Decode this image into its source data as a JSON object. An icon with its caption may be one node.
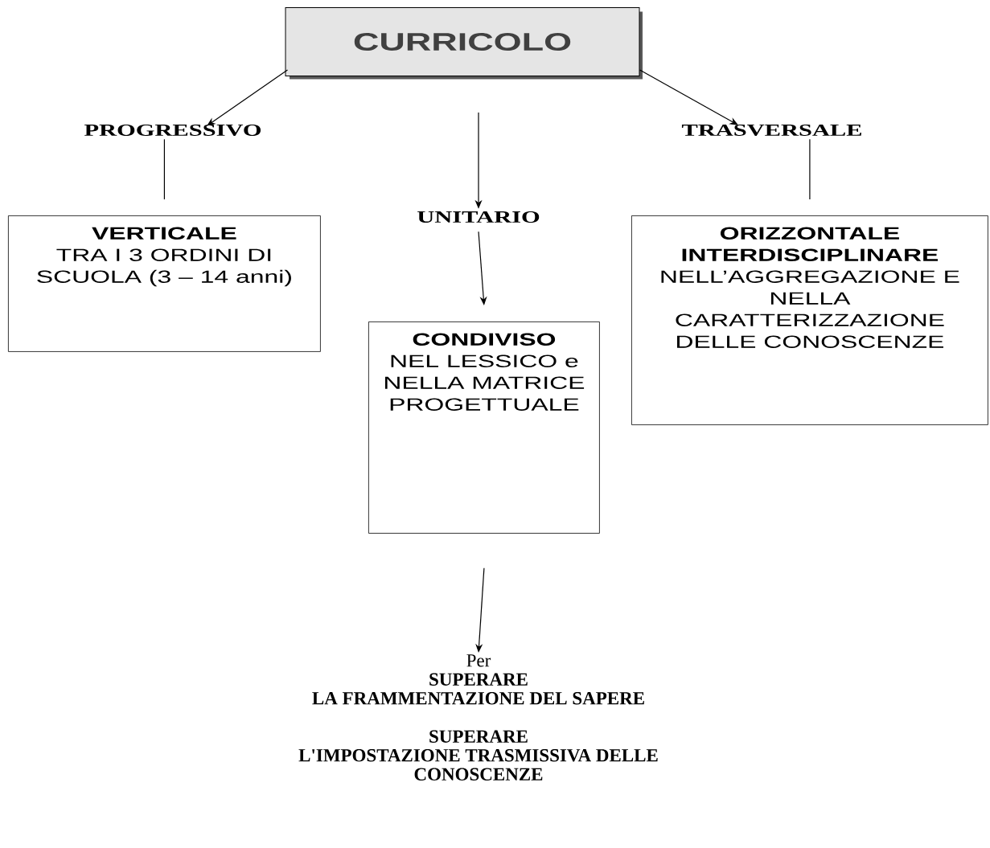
{
  "diagram": {
    "nodes": [
      {
        "text": [
          "CURRICOLO"
        ]
      },
      {
        "text": [
          "PROGRESSIVO"
        ]
      },
      {
        "text": [
          "UNITARIO"
        ]
      },
      {
        "text": [
          "TRASVERSALE"
        ]
      },
      {
        "text": [
          "VERTICALE",
          "TRA I 3 ORDINI DI SCUOLA (3 – 14 anni)"
        ]
      },
      {
        "text": [
          "CONDIVISO",
          "NEL LESSICO e NELLA MATRICE PROGETTUALE"
        ]
      },
      {
        "text": [
          "ORIZZONTALE INTERDISCIPLINARE",
          "NELL’AGGREGAZIONE E NELLA CARATTERIZZAZIONE DELLE CONOSCENZE"
        ]
      },
      {
        "text": [
          "Per",
          "SUPERARE",
          "LA FRAMMENTAZIONE DEL SAPERE",
          "SUPERARE",
          "L'IMPOSTAZIONE TRASMISSIVA DELLE CONOSCENZE"
        ]
      }
    ],
    "edges": [
      {
        "from": 0,
        "to": 1,
        "arrow": "to"
      },
      {
        "from": 0,
        "to": 2,
        "arrow": "to"
      },
      {
        "from": 0,
        "to": 3,
        "arrow": "to"
      },
      {
        "from": 1,
        "to": 4,
        "arrow": "none"
      },
      {
        "from": 2,
        "to": 5,
        "arrow": "to"
      },
      {
        "from": 3,
        "to": 6,
        "arrow": "none"
      },
      {
        "from": 5,
        "to": 7,
        "arrow": "to"
      }
    ]
  }
}
